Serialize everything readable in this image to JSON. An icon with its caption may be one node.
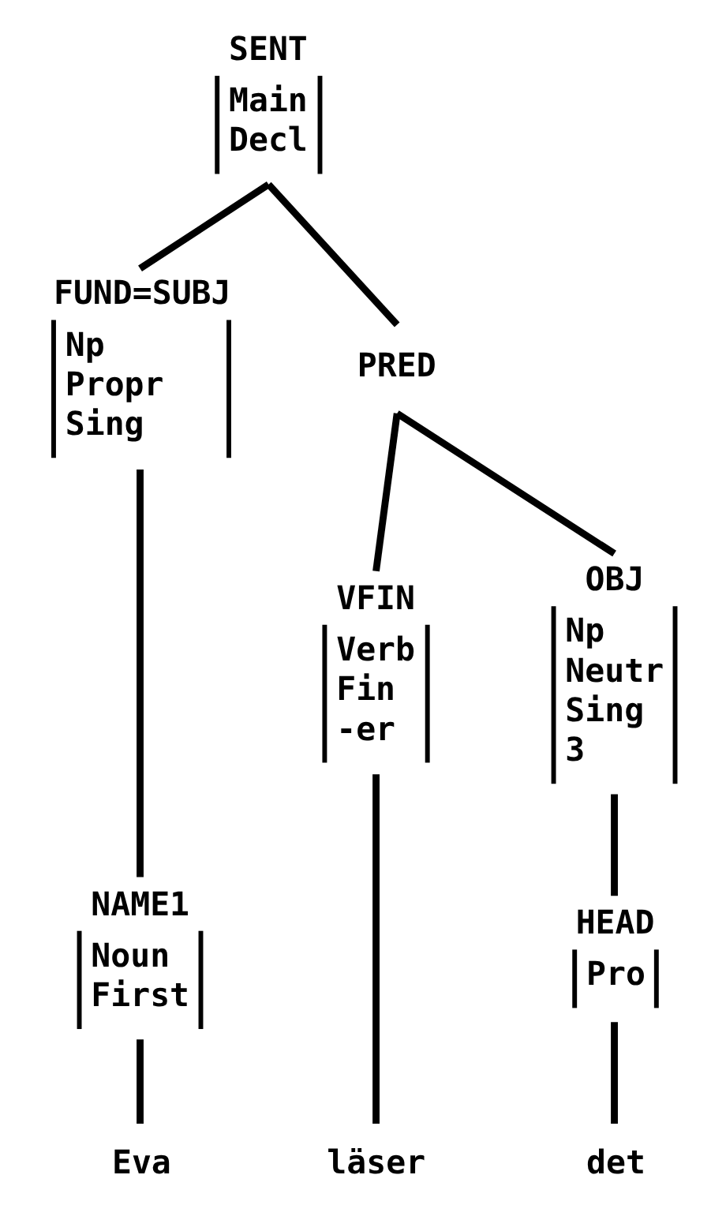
{
  "diagram": {
    "nodes": [
      {
        "text": [
          "SENT",
          "Main Decl"
        ]
      },
      {
        "text": [
          "FUND=SUBJ",
          "Np Propr Sing"
        ]
      },
      {
        "text": [
          "PRED"
        ]
      },
      {
        "text": [
          "NAME1",
          "Noun First"
        ]
      },
      {
        "text": [
          "VFIN",
          "Verb Fin -er"
        ]
      },
      {
        "text": [
          "OBJ",
          "Np Neutr Sing 3"
        ]
      },
      {
        "text": [
          "HEAD",
          "Pro"
        ]
      },
      {
        "text": [
          "Eva"
        ]
      },
      {
        "text": [
          "läser"
        ]
      },
      {
        "text": [
          "det"
        ]
      }
    ],
    "edges": [
      {
        "from": 0,
        "to": 1,
        "arrow": "none"
      },
      {
        "from": 0,
        "to": 2,
        "arrow": "none"
      },
      {
        "from": 1,
        "to": 3,
        "arrow": "none"
      },
      {
        "from": 2,
        "to": 4,
        "arrow": "none"
      },
      {
        "from": 2,
        "to": 5,
        "arrow": "none"
      },
      {
        "from": 5,
        "to": 6,
        "arrow": "none"
      },
      {
        "from": 3,
        "to": 7,
        "arrow": "none"
      },
      {
        "from": 4,
        "to": 8,
        "arrow": "none"
      },
      {
        "from": 6,
        "to": 9,
        "arrow": "none"
      }
    ]
  }
}
